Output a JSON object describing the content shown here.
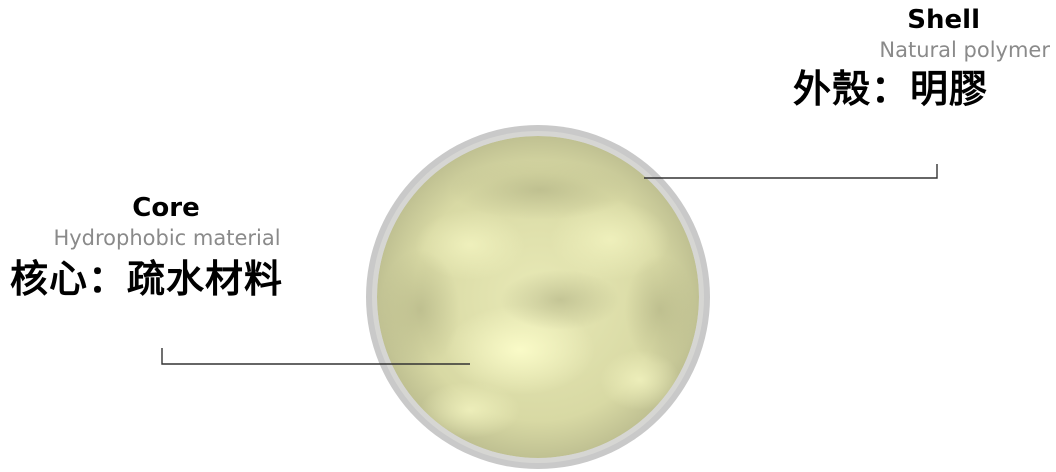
{
  "shell": {
    "title": "Shell",
    "subtitle": "Natural polymer",
    "chinese": "外殼：明膠"
  },
  "core": {
    "title": "Core",
    "subtitle": "Hydrophobic material",
    "chinese": "核心：疏水材料"
  },
  "colors": {
    "shell_ring": "#c8c8c8",
    "core_fill": "#d9d9a6",
    "core_highlight": "#f6f7c4",
    "core_shadow": "#b9b98a",
    "leader_line": "#333333",
    "subtitle_text": "#8a8a8a"
  }
}
